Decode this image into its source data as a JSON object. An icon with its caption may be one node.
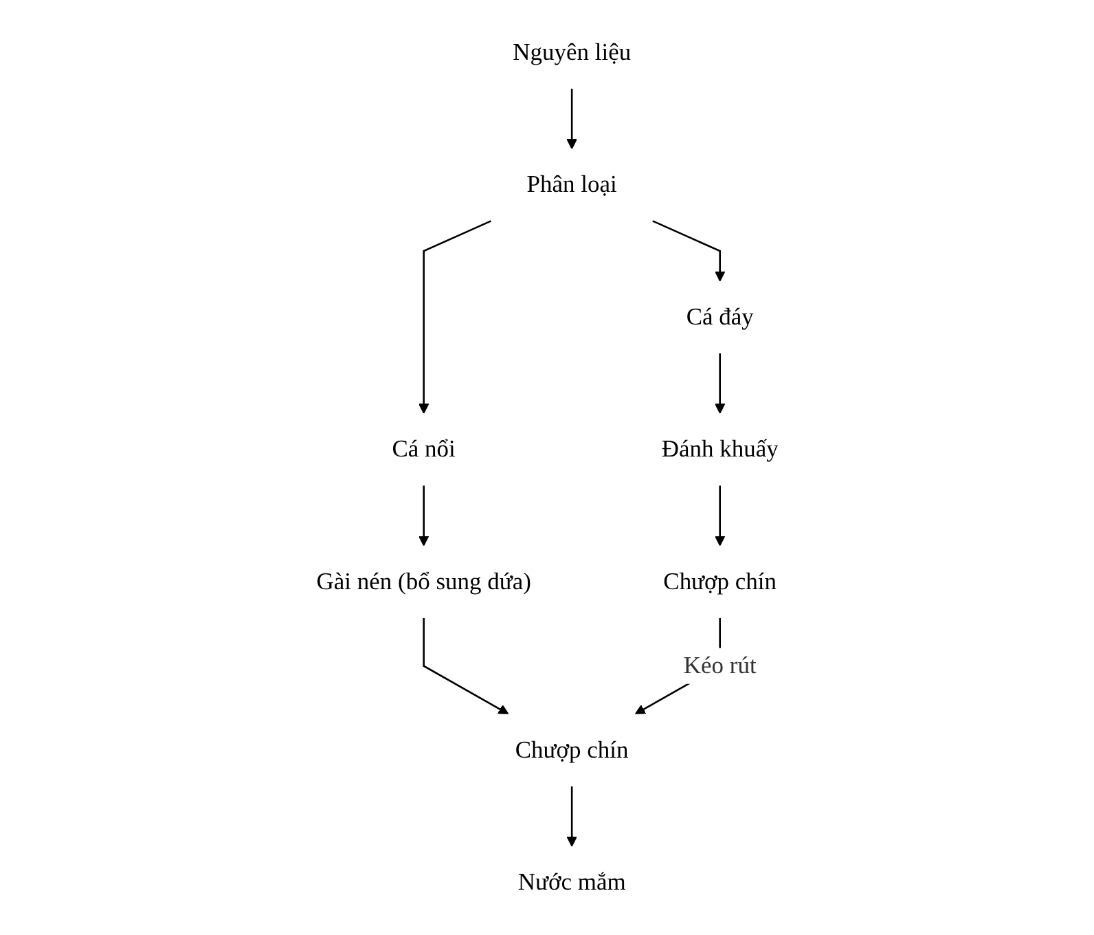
{
  "diagram": {
    "nodes": [
      {
        "text": [
          "Nguyên liệu"
        ]
      },
      {
        "text": [
          "Phân loại"
        ]
      },
      {
        "text": [
          "Cá đáy"
        ]
      },
      {
        "text": [
          "Cá nổi"
        ]
      },
      {
        "text": [
          "Đánh khuấy"
        ]
      },
      {
        "text": [
          "Gài nén (bổ sung dứa)"
        ]
      },
      {
        "text": [
          "Chượp chín"
        ]
      },
      {
        "text": [
          "Chượp chín"
        ]
      },
      {
        "text": [
          "Nước mắm"
        ]
      }
    ],
    "edges": [
      {
        "from": 0,
        "to": 1,
        "arrow": "to"
      },
      {
        "from": 1,
        "to": 2,
        "arrow": "to"
      },
      {
        "from": 1,
        "to": 3,
        "arrow": "to"
      },
      {
        "from": 2,
        "to": 4,
        "arrow": "to"
      },
      {
        "from": 3,
        "to": 5,
        "arrow": "to"
      },
      {
        "from": 4,
        "to": 6,
        "arrow": "to"
      },
      {
        "from": 5,
        "to": 7,
        "arrow": "to"
      },
      {
        "from": 6,
        "to": 7,
        "label": "Kéo rút",
        "arrow": "to"
      },
      {
        "from": 7,
        "to": 8,
        "arrow": "to"
      }
    ]
  }
}
